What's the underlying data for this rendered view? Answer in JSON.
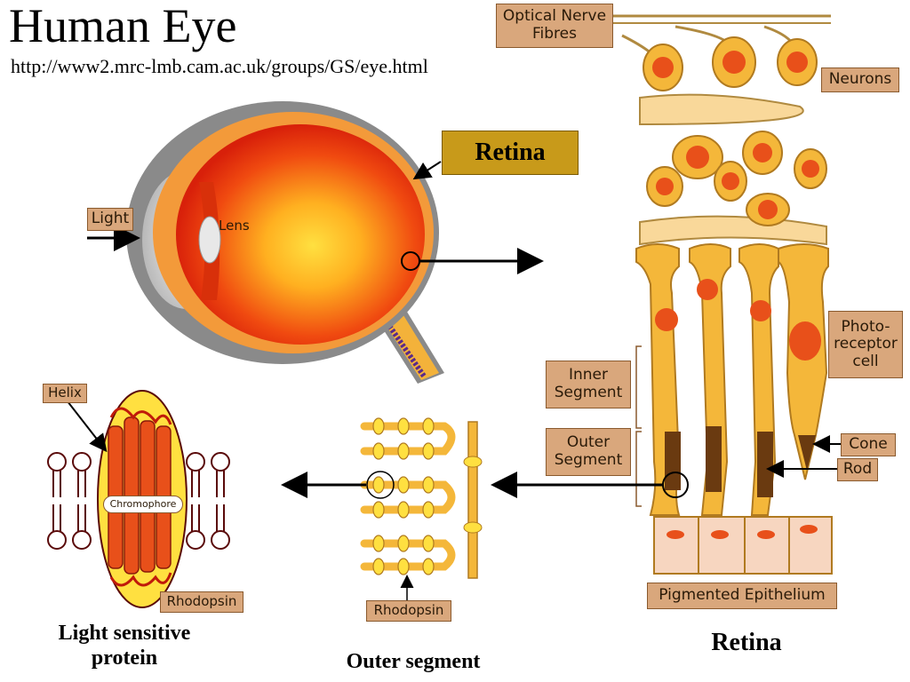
{
  "header": {
    "title": "Human Eye",
    "url": "http://www2.mrc-lmb.cam.ac.uk/groups/GS/eye.html"
  },
  "eye": {
    "light_label": "Light",
    "lens_label": "Lens",
    "retina_label": "Retina"
  },
  "retina_panel": {
    "optical_nerve_label": "Optical Nerve Fibres",
    "neurons_label": "Neurons",
    "photoreceptor_label": "Photo- receptor cell",
    "inner_segment_label": "Inner Segment",
    "outer_segment_label": "Outer Segment",
    "cone_label": "Cone",
    "rod_label": "Rod",
    "pigmented_label": "Pigmented Epithelium",
    "caption": "Retina"
  },
  "outer_segment": {
    "rhodopsin_label": "Rhodopsin",
    "caption": "Outer segment"
  },
  "protein": {
    "helix_label": "Helix",
    "chromophore_label": "Chromophore",
    "rhodopsin_label": "Rhodopsin",
    "caption": "Light sensitive protein"
  },
  "colors": {
    "tag_fill": "#d9a77c",
    "retina_box": "#c89a1a",
    "cell_fill": "#f4b73a",
    "nucleus": "#e8501a",
    "eye_outer": "#8a8a8a",
    "eye_red": "#e62a0a",
    "eye_center": "#ffd23a"
  }
}
